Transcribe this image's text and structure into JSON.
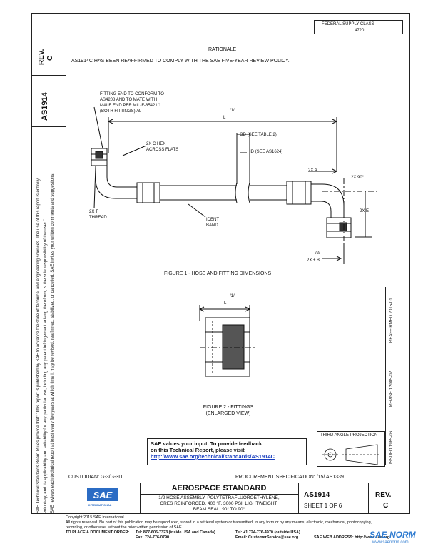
{
  "side_panel": {
    "rev_label": "REV.",
    "rev_value": "C",
    "doc_number": "AS1914",
    "disclaimer_lines": [
      "SAE Technical Standards Board Rules provide that: \"This report is published by SAE to advance the state of technical and engineering sciences. The use of this report is entirely",
      "voluntary, and its applicability and suitability for any particular use, including any patent infringement arising therefrom, is the sole responsibility of the user.\"",
      "SAE reviews each technical report at least every five years at which time it may be revised, reaffirmed, stabilized, or cancelled. SAE invites your written comments and suggestions."
    ]
  },
  "header": {
    "fed_supply": "FEDERAL SUPPLY CLASS",
    "fed_class": "4720",
    "rationale_title": "RATIONALE",
    "rationale_text": "AS1914C HAS BEEN REAFFIRMED TO COMPLY WITH THE SAE FIVE-YEAR REVIEW POLICY."
  },
  "figure1": {
    "note_fitting": [
      "FITTING END TO CONFORM TO",
      "AS4208 AND TO MATE WITH",
      "MALE END PER MIL-F-85421/1",
      "(BOTH FITTINGS) /3/"
    ],
    "l_marker": "/1/",
    "l_label": "L",
    "od_label": "OD  (SEE  TABLE  2)",
    "id_label": "ID  (SEE  AS1624)",
    "hex_label": [
      "2X  C  HEX",
      "ACROSS  FLATS"
    ],
    "dim_a": "2X  A",
    "dim_90": "2X  90°",
    "dim_e": "2X  E",
    "thread_label": [
      "2X  T",
      "THREAD"
    ],
    "band_label": [
      "IDENT",
      "BAND"
    ],
    "r_marker": "/2/",
    "r_label": "2X  ± B",
    "caption": "FIGURE 1 - HOSE AND FITTING DIMENSIONS"
  },
  "figure2": {
    "l_marker": "/1/",
    "l_label": "L",
    "caption_lines": [
      "FIGURE 2 - FITTINGS",
      "(ENLARGED VIEW)"
    ]
  },
  "right_margin": {
    "issued": "ISSUED 1985-06",
    "revised": "REVISED 2005-02",
    "reaffirmed": "REAFFIRMED 2015-01"
  },
  "feedback": {
    "line1": "SAE values your input. To provide feedback",
    "line2": "on this Technical Report, please visit",
    "url": "http://www.sae.org/technical/standards/AS1914C"
  },
  "projection": {
    "label": "THIRD ANGLE PROJECTION"
  },
  "title_block": {
    "custodian": "CUSTODIAN: G-3/G-3D",
    "procurement": "PROCUREMENT SPECIFICATION: /15/ AS1339",
    "heading": "AEROSPACE STANDARD",
    "desc_lines": [
      "1/2 HOSE ASSEMBLY, POLYTETRAFLUOROETHYLENE,",
      "CRES REINFORCED, 400 °F, 3000 PSI, LIGHTWEIGHT,",
      "BEAM SEAL, 90° TO 90°"
    ],
    "doc_number": "AS1914",
    "sheet": "SHEET 1 OF 6",
    "rev_label": "REV.",
    "rev_value": "C",
    "logo": "SAE",
    "logo_sub": "INTERNATIONAL"
  },
  "footer": {
    "copyright": "Copyright 2015 SAE International",
    "rights": "All rights reserved. No part of this publication may be reproduced, stored in a retrieval system or transmitted, in any form or by any means, electronic, mechanical, photocopying,",
    "rights2": "recording, or otherwise, without the prior written permission of SAE.",
    "order_label": "TO PLACE A DOCUMENT ORDER:",
    "tel1": "Tel: 877-606-7323 (inside USA and Canada)",
    "tel2": "Tel: +1 724-776-4970 (outside USA)",
    "fax": "Fax: 724-776-0790",
    "email": "Email: CustomerService@sae.org",
    "web": "SAE WEB ADDRESS:  http://www.sae.org",
    "watermark": "SAE NORM",
    "watermark_sub": "www.saenorm.com"
  },
  "colors": {
    "link": "#1a3fbf",
    "logo_blue": "#2b6cc4",
    "watermark": "#2f7bd0"
  }
}
